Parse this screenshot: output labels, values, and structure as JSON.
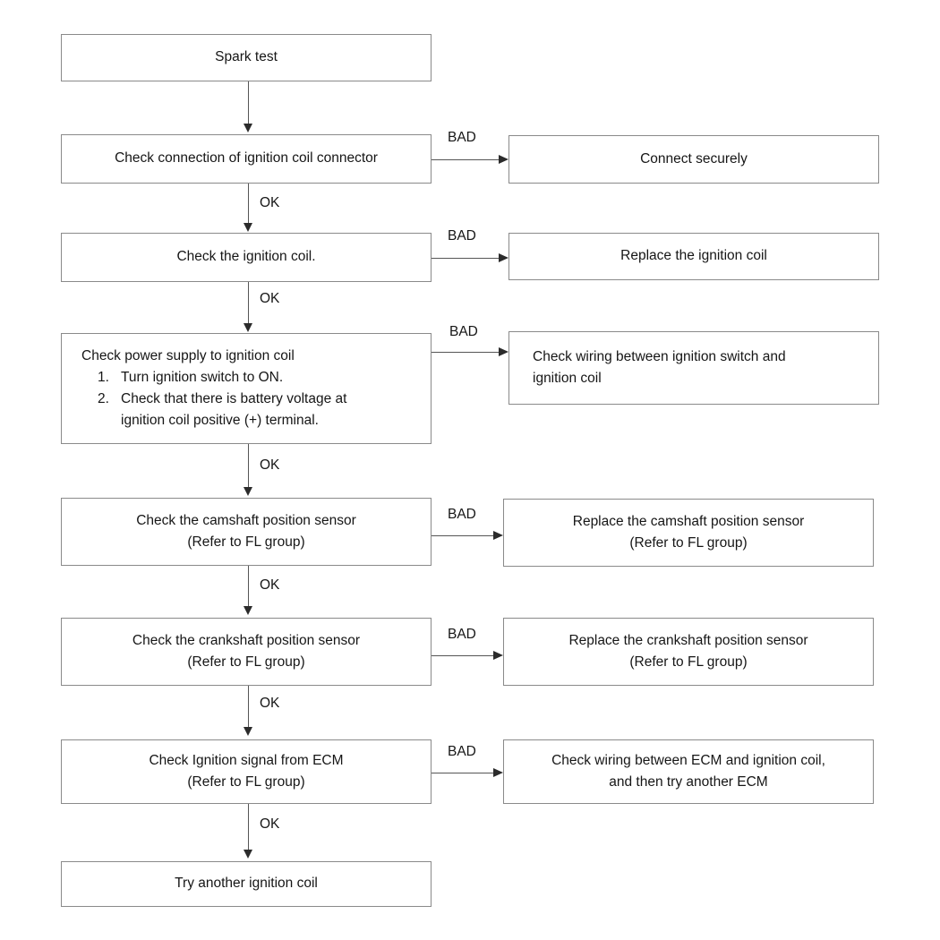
{
  "diagram": {
    "title": "Spark test troubleshooting flowchart",
    "background_color": "#ffffff",
    "box_border_color": "#8a8a8a",
    "connector_color": "#555555",
    "nodes": {
      "spark_test": "Spark test",
      "check_connector": "Check connection of ignition coil connector",
      "connect_securely": "Connect securely",
      "check_coil": "Check the ignition coil.",
      "replace_coil": "Replace the ignition coil",
      "check_power_heading": "Check power supply to ignition coil",
      "check_power_step1": "Turn ignition switch to ON.",
      "check_power_step2": "Check that there is battery voltage at\nignition coil positive (+) terminal.",
      "check_wiring_switch": "Check wiring between ignition switch and\nignition coil",
      "check_camshaft": "Check the camshaft position sensor\n(Refer to FL group)",
      "replace_camshaft": "Replace the camshaft position sensor\n(Refer to FL group)",
      "check_crankshaft": "Check the crankshaft position sensor\n(Refer to FL group)",
      "replace_crankshaft": "Replace the crankshaft position sensor\n(Refer to FL group)",
      "check_ecm_signal": "Check Ignition signal from ECM\n(Refer to FL group)",
      "check_wiring_ecm": "Check wiring between ECM and ignition coil,\nand then try another ECM",
      "try_another_coil": "Try another ignition coil"
    },
    "edge_labels": {
      "bad_1": "BAD",
      "bad_2": "BAD",
      "bad_3": "BAD",
      "bad_4": "BAD",
      "bad_5": "BAD",
      "bad_6": "BAD",
      "ok_1": "OK",
      "ok_2": "OK",
      "ok_3": "OK",
      "ok_4": "OK",
      "ok_5": "OK",
      "ok_6": "OK"
    }
  }
}
